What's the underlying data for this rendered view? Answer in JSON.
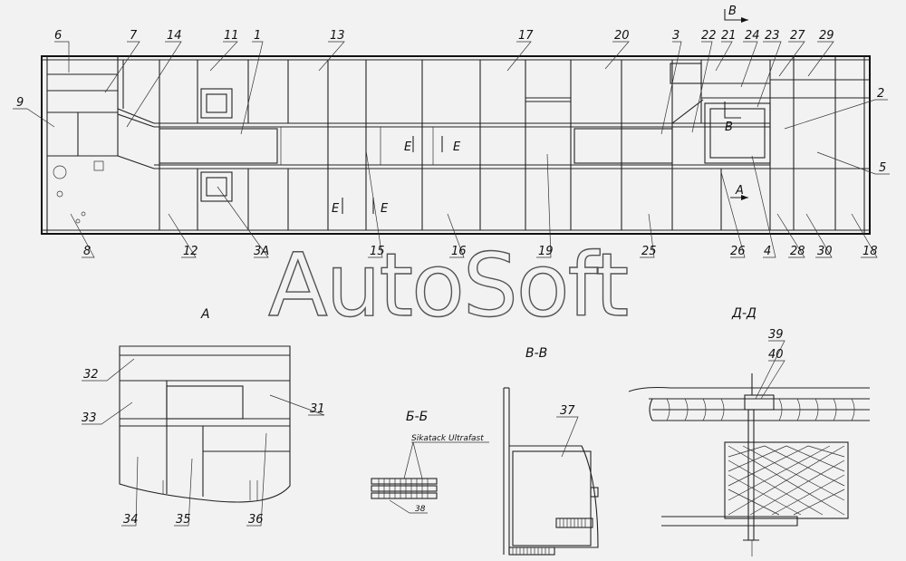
{
  "watermark": "AutoSoft",
  "sections": {
    "a": "А",
    "dd": "Д-Д",
    "vv": "В-В",
    "bb": "Б-Б"
  },
  "markers": {
    "b_top": "В",
    "b_mid": "В",
    "a_arrow": "А",
    "e1": "Е",
    "e2": "Е",
    "e3": "Е",
    "e4": "Е"
  },
  "sealant_label": "Sikatack Ultrafast",
  "callouts_top": [
    "6",
    "7",
    "14",
    "11",
    "1",
    "13",
    "17",
    "20",
    "3",
    "22",
    "21",
    "24",
    "23",
    "27",
    "29"
  ],
  "callouts_left": [
    "9"
  ],
  "callouts_right": [
    "2",
    "5"
  ],
  "callouts_bottom": [
    "8",
    "12",
    "3А",
    "15",
    "16",
    "19",
    "25",
    "26",
    "4",
    "28",
    "30",
    "18"
  ],
  "callouts_detail_a": [
    "32",
    "33",
    "31",
    "34",
    "35",
    "36"
  ],
  "callouts_detail_other": [
    "38",
    "37",
    "39",
    "40"
  ]
}
